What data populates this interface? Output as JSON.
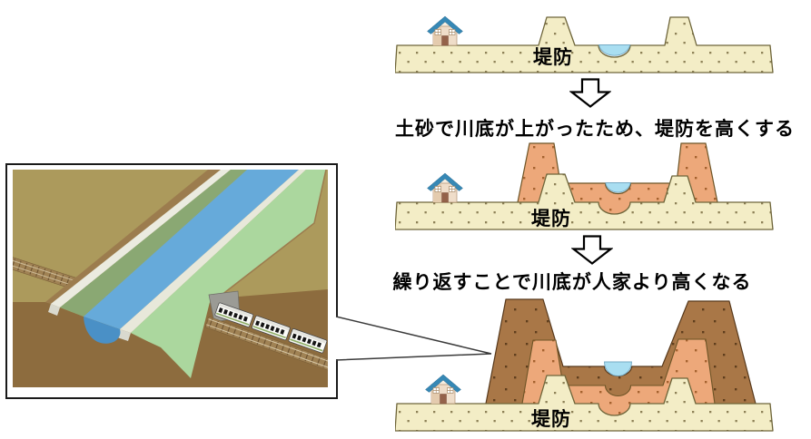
{
  "figure": {
    "levee_label": "堤防",
    "captions": {
      "after_step1": "土砂で川底が上がったため、堤防を高くする",
      "after_step2": "繰り返すことで川底が人家より高くなる"
    },
    "icons": {
      "down_arrow": "down-arrow-icon",
      "house": "house-icon",
      "train": "train-icon",
      "tunnel": "tunnel-portal-icon"
    },
    "colors": {
      "ground_cream": "#f3edc6",
      "ground_cream_border": "#6e653a",
      "sediment_orange": "#eda87a",
      "sediment_orange_border": "#6d5426",
      "sediment_brown": "#a97747",
      "sediment_brown_border": "#57391c",
      "channel_water": "#a9def1",
      "river_water_3d": "#66aada",
      "river_cut_water": "#4a90c6",
      "grass_near": "#abd79e",
      "grass_far": "#8aa873",
      "plain_olive": "#ac9a5c",
      "earth_brown": "#8d6c3e",
      "house_roof_blue": "#3688b5"
    }
  }
}
